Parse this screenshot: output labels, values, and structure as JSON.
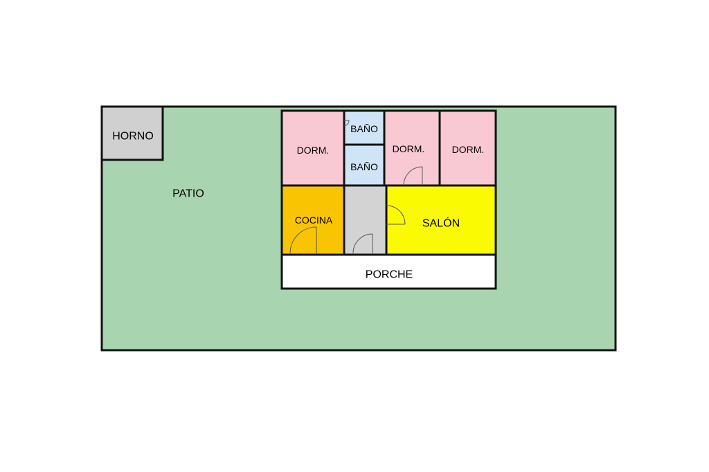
{
  "colors": {
    "patio": "#a8d5b0",
    "horno": "#d0d0d0",
    "dorm": "#f8c9d3",
    "bano": "#cfe5f7",
    "cocina": "#f9c502",
    "pasillo": "#d3d3d3",
    "salon": "#fafa02",
    "porche": "#ffffff",
    "wall": "#111111"
  },
  "rooms": {
    "horno": "HORNO",
    "patio": "PATIO",
    "dorm_1": "DORM.",
    "bano_1": "BAÑO",
    "bano_2": "BAÑO",
    "dorm_2": "DORM.",
    "dorm_3": "DORM.",
    "cocina": "COCINA",
    "salon": "SALÓN",
    "porche": "PORCHE"
  }
}
